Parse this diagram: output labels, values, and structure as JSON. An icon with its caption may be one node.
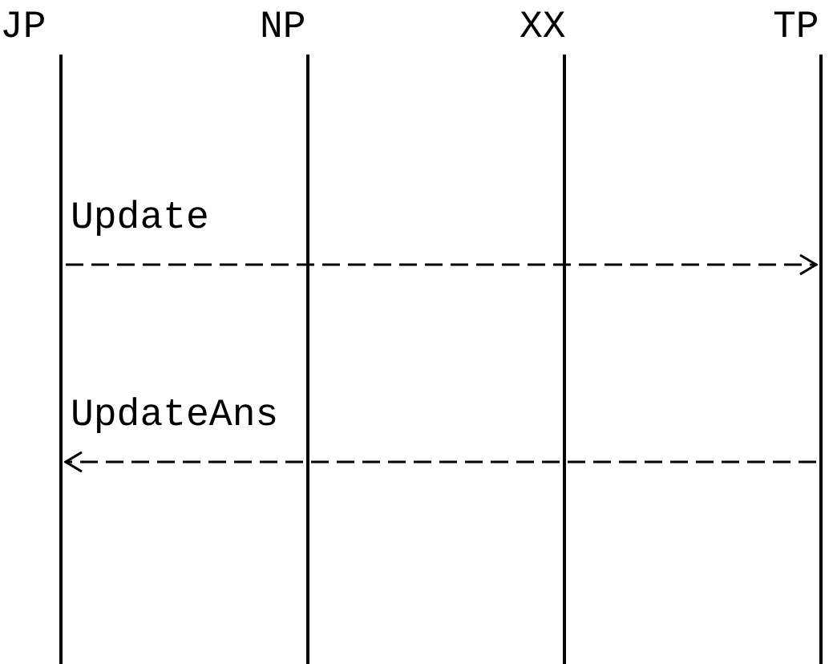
{
  "diagram": {
    "nodes": [
      {
        "text": [
          "JP"
        ]
      },
      {
        "text": [
          "NP"
        ]
      },
      {
        "text": [
          "XX"
        ]
      },
      {
        "text": [
          "TP"
        ]
      }
    ],
    "edges": [
      {
        "from": 0,
        "to": 3,
        "arrow": "to",
        "label": "Update",
        "style": "dashed"
      },
      {
        "from": 3,
        "to": 0,
        "arrow": "to",
        "label": "UpdateAns",
        "style": "dashed"
      }
    ]
  }
}
